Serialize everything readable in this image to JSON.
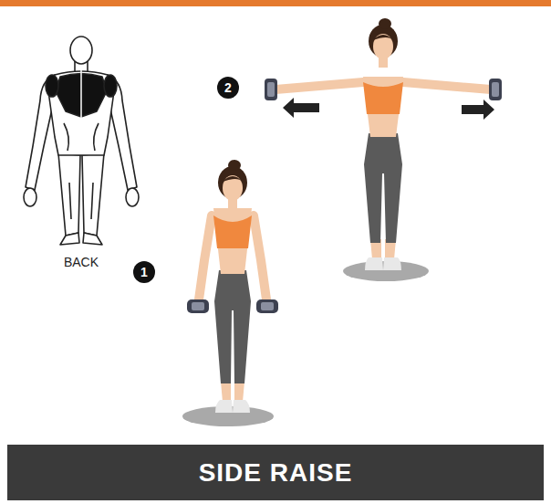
{
  "diagram": {
    "title": "SIDE RAISE",
    "nodes": [
      {
        "text": [
          "2"
        ]
      },
      {
        "text": [
          "1"
        ]
      }
    ],
    "labels": [
      "BACK"
    ]
  }
}
